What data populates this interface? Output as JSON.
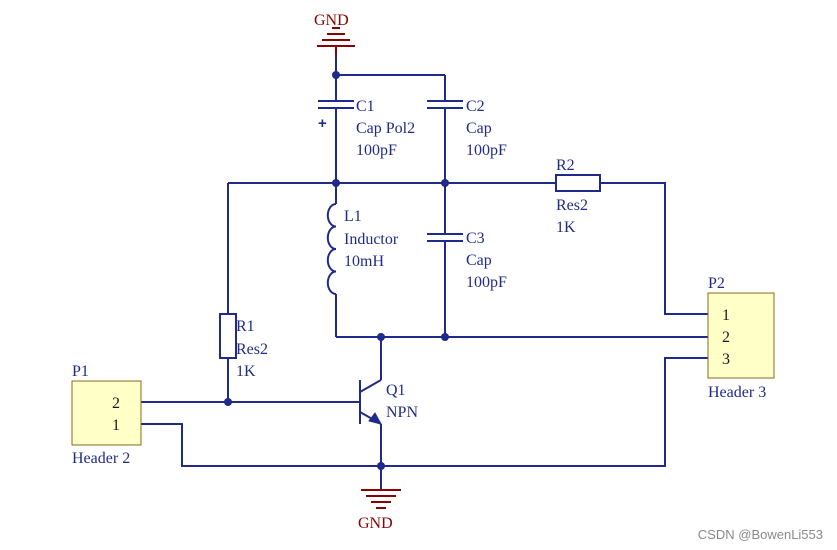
{
  "gnd_top": {
    "label": "GND"
  },
  "gnd_bottom": {
    "label": "GND"
  },
  "c1": {
    "designator": "C1",
    "type": "Cap Pol2",
    "value": "100pF",
    "polarity": "+"
  },
  "c2": {
    "designator": "C2",
    "type": "Cap",
    "value": "100pF"
  },
  "c3": {
    "designator": "C3",
    "type": "Cap",
    "value": "100pF"
  },
  "l1": {
    "designator": "L1",
    "type": "Inductor",
    "value": "10mH"
  },
  "r1": {
    "designator": "R1",
    "type": "Res2",
    "value": "1K"
  },
  "r2": {
    "designator": "R2",
    "type": "Res2",
    "value": "1K"
  },
  "q1": {
    "designator": "Q1",
    "type": "NPN"
  },
  "p1": {
    "designator": "P1",
    "type": "Header 2",
    "pins": [
      "2",
      "1"
    ]
  },
  "p2": {
    "designator": "P2",
    "type": "Header 3",
    "pins": [
      "1",
      "2",
      "3"
    ]
  },
  "colors": {
    "wire": "#1f2a8a",
    "ground": "#8b0000",
    "header_fill": "#ffffc8"
  },
  "watermark": "CSDN @BowenLi553"
}
